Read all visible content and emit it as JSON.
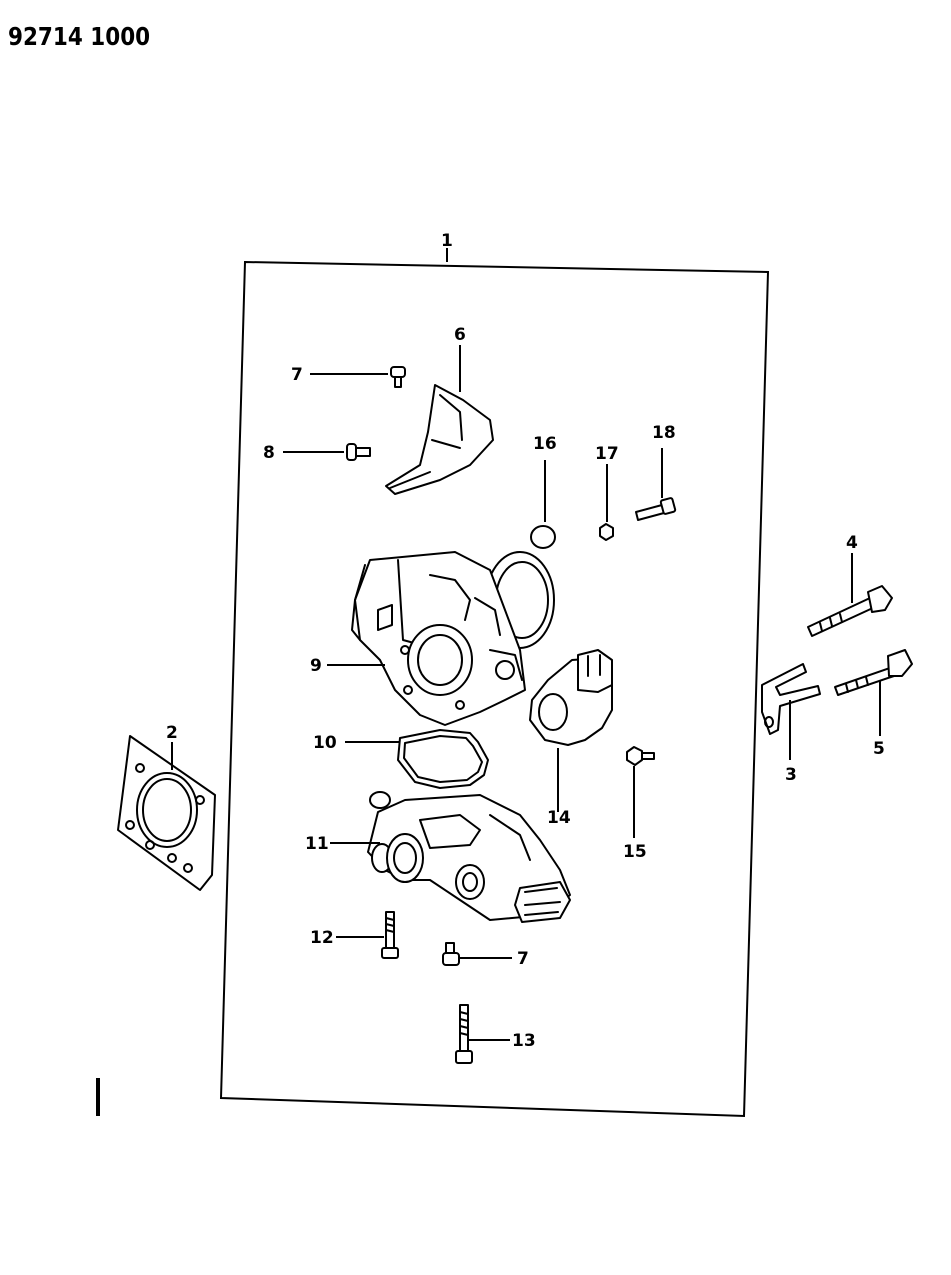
{
  "document": {
    "code": "92714 1000"
  },
  "callouts": {
    "c1": "1",
    "c2": "2",
    "c3": "3",
    "c4": "4",
    "c5": "5",
    "c6": "6",
    "c7a": "7",
    "c7b": "7",
    "c8": "8",
    "c9": "9",
    "c10": "10",
    "c11": "11",
    "c12": "12",
    "c13": "13",
    "c14": "14",
    "c15": "15",
    "c16": "16",
    "c17": "17",
    "c18": "18"
  }
}
